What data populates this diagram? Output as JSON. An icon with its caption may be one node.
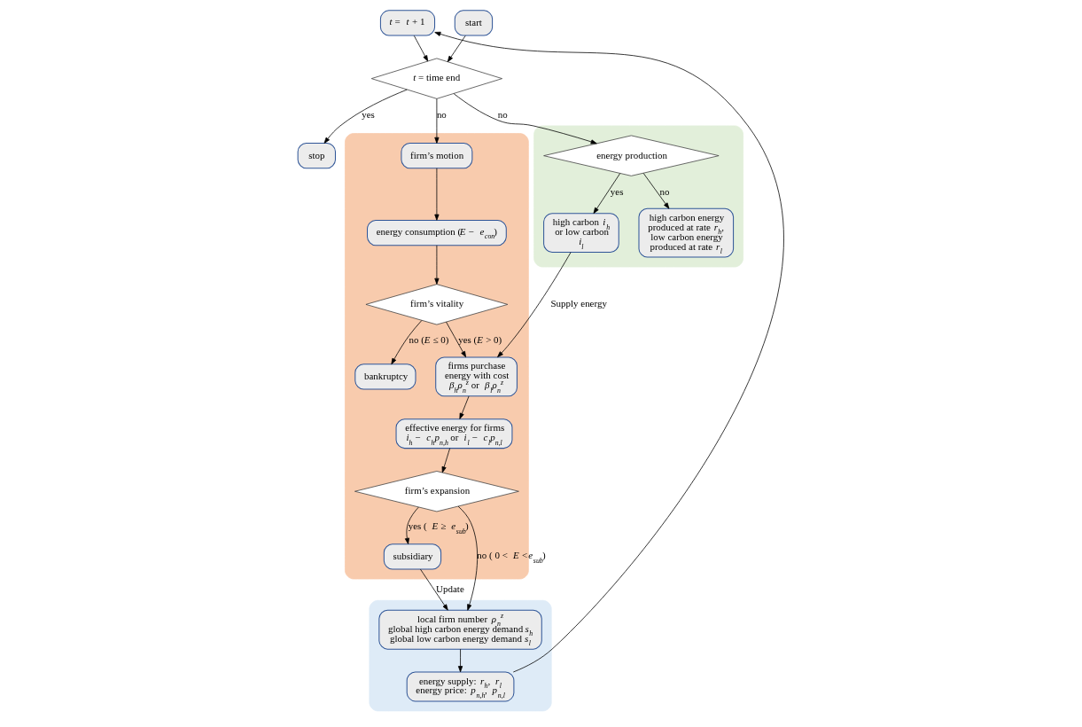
{
  "diagram": {
    "nodes": [
      {
        "text": [
          "*t* = *t* + 1"
        ]
      },
      {
        "text": [
          "start"
        ]
      },
      {
        "text": [
          "*t* = time end"
        ]
      },
      {
        "text": [
          "stop"
        ]
      },
      {
        "text": [],
        "shape": "box"
      },
      {
        "text": [
          "firm’s motion"
        ],
        "in": 4
      },
      {
        "text": [
          "energy consumption (*E* − *e*$_{con}$)"
        ],
        "in": 4
      },
      {
        "text": [
          "firm’s vitality"
        ],
        "in": 4
      },
      {
        "text": [
          "bankruptcy"
        ],
        "in": 4
      },
      {
        "text": [
          "firms purchase energy with cost *β*$_{h}$*ρ*$_{n}$$^{z}$ or *β*$_{l}$*ρ*$_{n}$$^{z}$"
        ],
        "in": 4
      },
      {
        "text": [
          "effective energy for firms *i*$_{h}$ − *c*$_{h}$*p*$_{n,h}$ or *i*$_{l}$ − *c*$_{l}$*p*$_{n,l}$"
        ],
        "in": 4
      },
      {
        "text": [
          "firm’s expansion"
        ],
        "in": 4
      },
      {
        "text": [
          "subsidiary"
        ],
        "in": 4
      },
      {
        "text": [],
        "shape": "box"
      },
      {
        "text": [
          "energy production"
        ],
        "in": 13
      },
      {
        "text": [
          "high carbon *i*$_{h}$ or low carbon *i*$_{l}$"
        ],
        "in": 13
      },
      {
        "text": [
          "high carbon energy produced at rate *r*$_{h}$, low carbon energy produced at rate *r*$_{l}$"
        ],
        "in": 13
      },
      {
        "text": [],
        "shape": "box"
      },
      {
        "text": [
          "local firm number *ρ*$_{n}$$^{z}$ global high carbon energy demand *s*$_{h}$ global low carbon energy demand *s*$_{l}$"
        ],
        "in": 17
      },
      {
        "text": [
          "energy supply: *r*$_{h}$, *r*$_{l}$ energy price: *p*$_{n,h}$, *p*$_{n,l}$"
        ],
        "in": 17
      }
    ],
    "edges": [
      {
        "from": 0,
        "to": 2,
        "arrow": "to"
      },
      {
        "from": 1,
        "to": 2,
        "arrow": "to"
      },
      {
        "from": 2,
        "to": 5,
        "arrow": "to",
        "label": "no"
      },
      {
        "from": 2,
        "to": 3,
        "arrow": "to",
        "label": "yes"
      },
      {
        "from": 2,
        "to": 14,
        "arrow": "to",
        "label": "no"
      },
      {
        "from": 5,
        "to": 6,
        "arrow": "to"
      },
      {
        "from": 6,
        "to": 7,
        "arrow": "to"
      },
      {
        "from": 7,
        "to": 8,
        "arrow": "to",
        "label": "no (*E* ≤ 0)"
      },
      {
        "from": 7,
        "to": 9,
        "arrow": "to",
        "label": "yes (*E* > 0)"
      },
      {
        "from": 9,
        "to": 10,
        "arrow": "to"
      },
      {
        "from": 10,
        "to": 11,
        "arrow": "to"
      },
      {
        "from": 11,
        "to": 12,
        "arrow": "to",
        "label": "yes ( *E* ≥ *e*$_{sub}$)"
      },
      {
        "from": 11,
        "to": 18,
        "arrow": "to",
        "label": "no ( 0 < *E* <*e*$_{sub}$)"
      },
      {
        "from": 12,
        "to": 18,
        "arrow": "to",
        "label": "Update"
      },
      {
        "from": 14,
        "to": 15,
        "arrow": "to",
        "label": "yes"
      },
      {
        "from": 14,
        "to": 16,
        "arrow": "to",
        "label": "no"
      },
      {
        "from": 15,
        "to": 9,
        "arrow": "to",
        "label": "Supply energy"
      },
      {
        "from": 18,
        "to": 19,
        "arrow": "to"
      },
      {
        "from": 19,
        "to": 0,
        "arrow": "to"
      }
    ]
  }
}
